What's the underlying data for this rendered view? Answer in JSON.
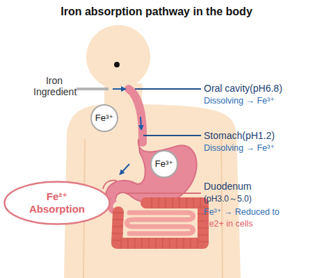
{
  "diagram": {
    "title": "Iron absorption pathway in the body",
    "nodes": [
      {
        "text": [
          "Fe³⁺"
        ]
      },
      {
        "text": [
          "Fe³⁺"
        ]
      },
      {
        "text": [
          "Fe²⁺ Absorption"
        ]
      }
    ],
    "labels": [
      "Iron Ingredient",
      "Oral cavity(pH6.8)",
      "Dissolving → Fe³⁺",
      "Stomach(pH1.2)",
      "Dissolving → Fe³⁺",
      "Duodenum",
      "(pH3.0～5.0)",
      "Fe³⁺ → Reduced to",
      "Fe2+ in cells"
    ]
  }
}
